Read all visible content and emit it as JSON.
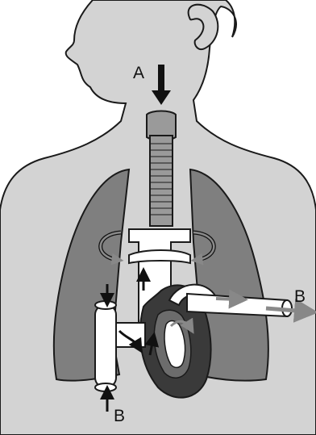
{
  "labels": {
    "a": "A",
    "b_right": "B",
    "b_bottom": "B"
  },
  "colors": {
    "background": "#ffffff",
    "body_silhouette": "#d3d3d3",
    "lungs": "#7f7f7f",
    "heart_dark": "#3a3a3a",
    "heart_mid": "#6c6c6c",
    "trachea": "#9a9a9a",
    "vessels": "#ffffff",
    "arrow_black": "#111111",
    "arrow_grey": "#8a8a8a",
    "outline": "#1a1a1a"
  },
  "icons": {
    "air_in_arrow": "down-arrow",
    "blood_flow_arrows": "curved-arrow",
    "vessel_out_arrow": "right-arrow",
    "vessel_in_arrow": "up-arrow"
  }
}
